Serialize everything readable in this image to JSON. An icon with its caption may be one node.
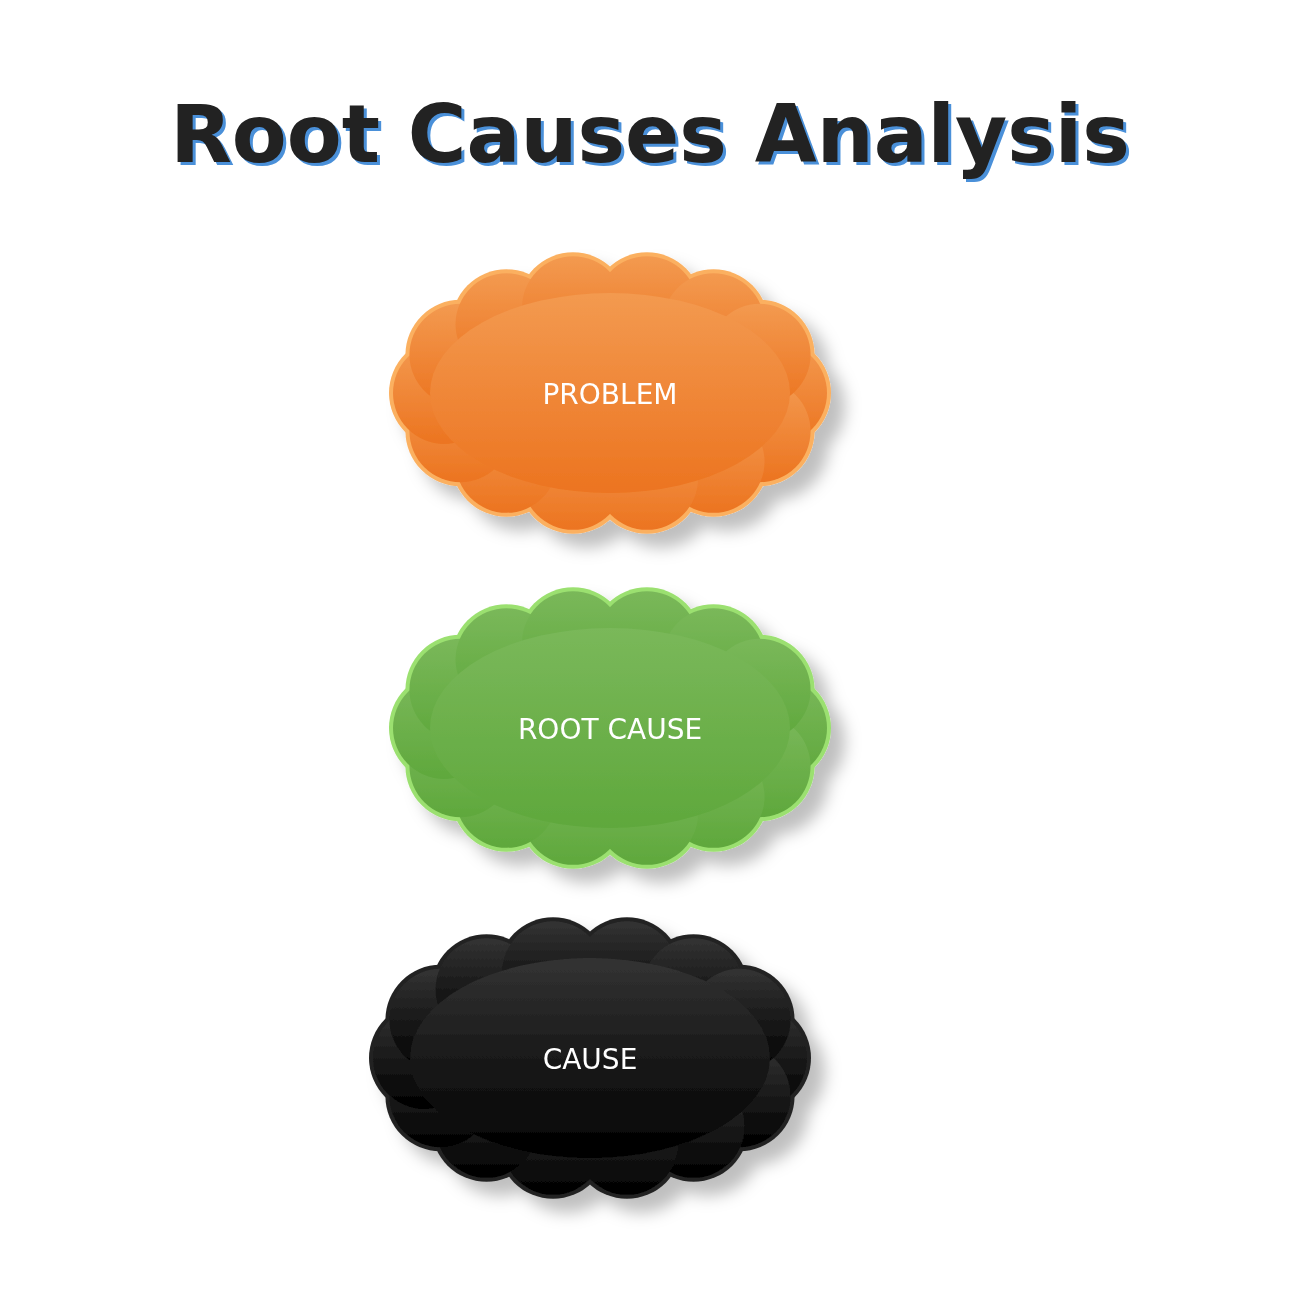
{
  "diagram": {
    "title": "Root Causes Analysis",
    "nodes": [
      {
        "text": [
          "PROBLEM"
        ]
      },
      {
        "text": [
          "ROOT CAUSE"
        ]
      },
      {
        "text": [
          "CAUSE"
        ]
      }
    ]
  }
}
